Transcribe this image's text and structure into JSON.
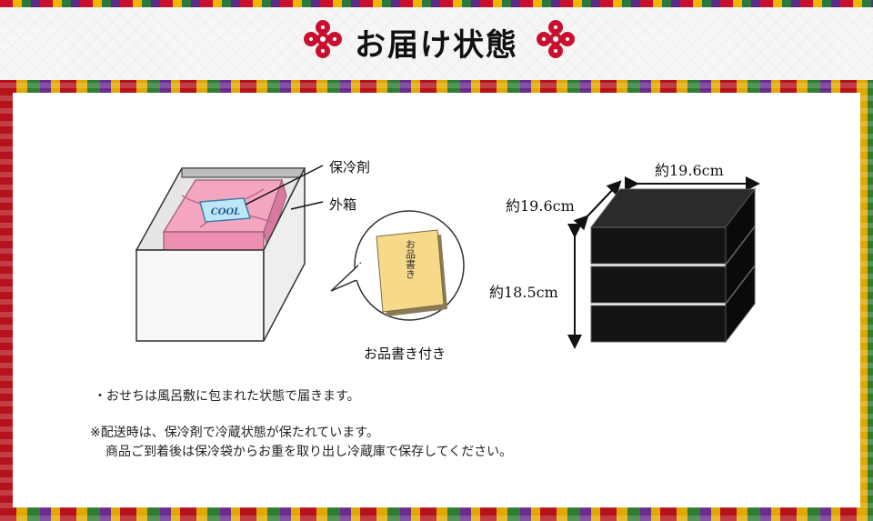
{
  "header": {
    "title": "お届け状態"
  },
  "illustration": {
    "cool_pack_text": "COOL",
    "callout_ice_pack": "保冷剤",
    "callout_outer_box": "外箱",
    "menu_card_text": "お品書き",
    "menu_card_caption": "お品書き付き"
  },
  "dimensions": {
    "width": "約19.6cm",
    "depth": "約19.6cm",
    "height": "約18.5cm"
  },
  "notes": {
    "line1": "・おせちは風呂敷に包まれた状態で届きます。",
    "line2": "※配送時は、保冷剤で冷蔵状態が保たれています。",
    "line3": "商品ご到着後は保冷袋からお重を取り出し冷蔵庫で保存してください。"
  },
  "colors": {
    "crest": "#c8102e",
    "wrap_pink": "#f4a6c0",
    "box_black": "#1a1a1a",
    "card_yellow": "#f7d98a"
  }
}
